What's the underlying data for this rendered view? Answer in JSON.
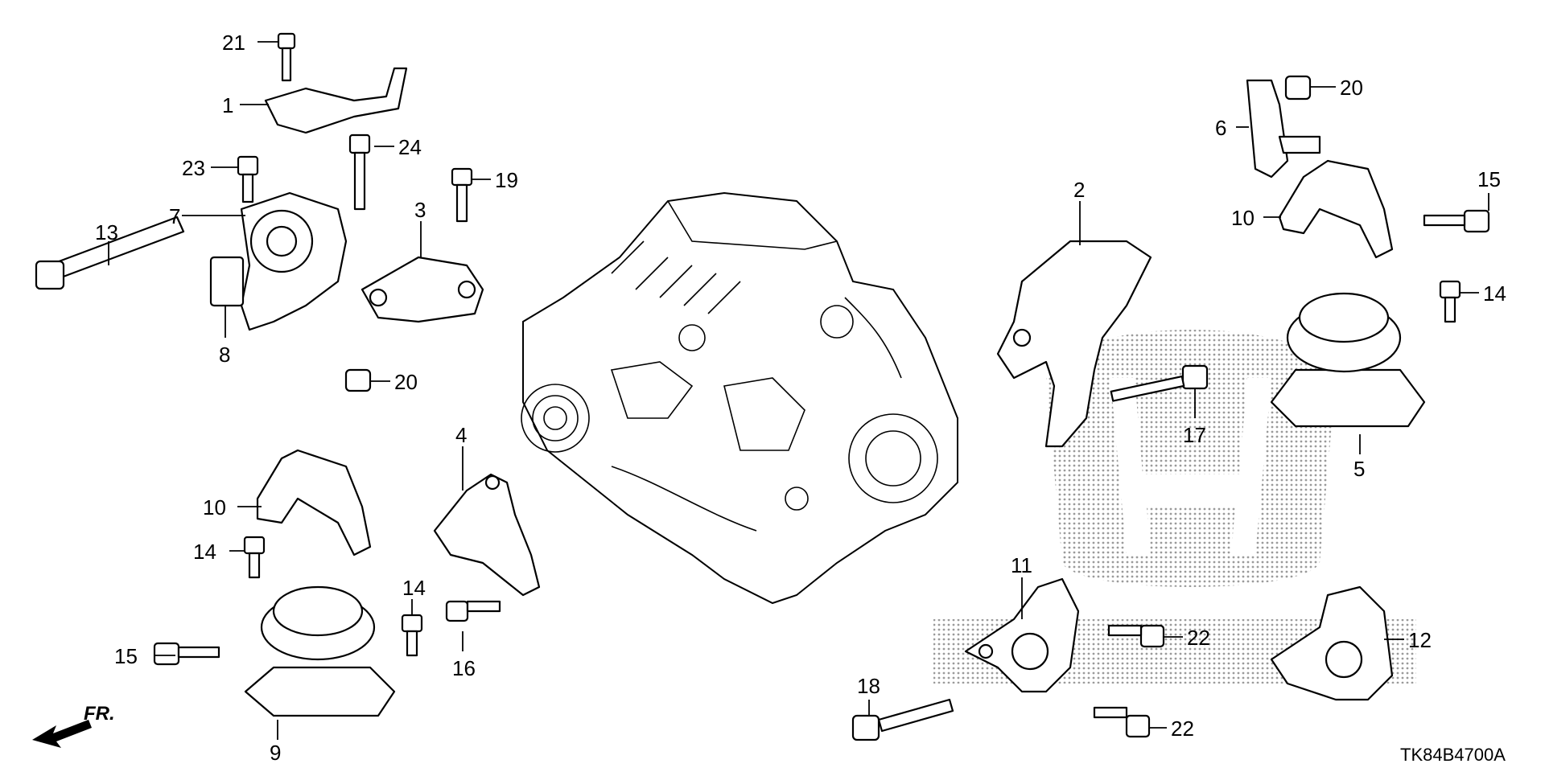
{
  "diagram": {
    "drawing_code": "TK84B4700A",
    "direction_label": "FR.",
    "callouts": [
      {
        "id": "c21",
        "label": "21"
      },
      {
        "id": "c1",
        "label": "1"
      },
      {
        "id": "c23",
        "label": "23"
      },
      {
        "id": "c24",
        "label": "24"
      },
      {
        "id": "c19",
        "label": "19"
      },
      {
        "id": "c7",
        "label": "7"
      },
      {
        "id": "c3",
        "label": "3"
      },
      {
        "id": "c13",
        "label": "13"
      },
      {
        "id": "c8",
        "label": "8"
      },
      {
        "id": "c20a",
        "label": "20"
      },
      {
        "id": "c10a",
        "label": "10"
      },
      {
        "id": "c4",
        "label": "4"
      },
      {
        "id": "c14a",
        "label": "14"
      },
      {
        "id": "c14b",
        "label": "14"
      },
      {
        "id": "c15a",
        "label": "15"
      },
      {
        "id": "c16",
        "label": "16"
      },
      {
        "id": "c9",
        "label": "9"
      },
      {
        "id": "c2",
        "label": "2"
      },
      {
        "id": "c6",
        "label": "6"
      },
      {
        "id": "c20b",
        "label": "20"
      },
      {
        "id": "c10b",
        "label": "10"
      },
      {
        "id": "c15b",
        "label": "15"
      },
      {
        "id": "c14c",
        "label": "14"
      },
      {
        "id": "c17",
        "label": "17"
      },
      {
        "id": "c5",
        "label": "5"
      },
      {
        "id": "c11",
        "label": "11"
      },
      {
        "id": "c22a",
        "label": "22"
      },
      {
        "id": "c12",
        "label": "12"
      },
      {
        "id": "c18",
        "label": "18"
      },
      {
        "id": "c22b",
        "label": "22"
      }
    ],
    "watermark_text": "HONDA"
  }
}
